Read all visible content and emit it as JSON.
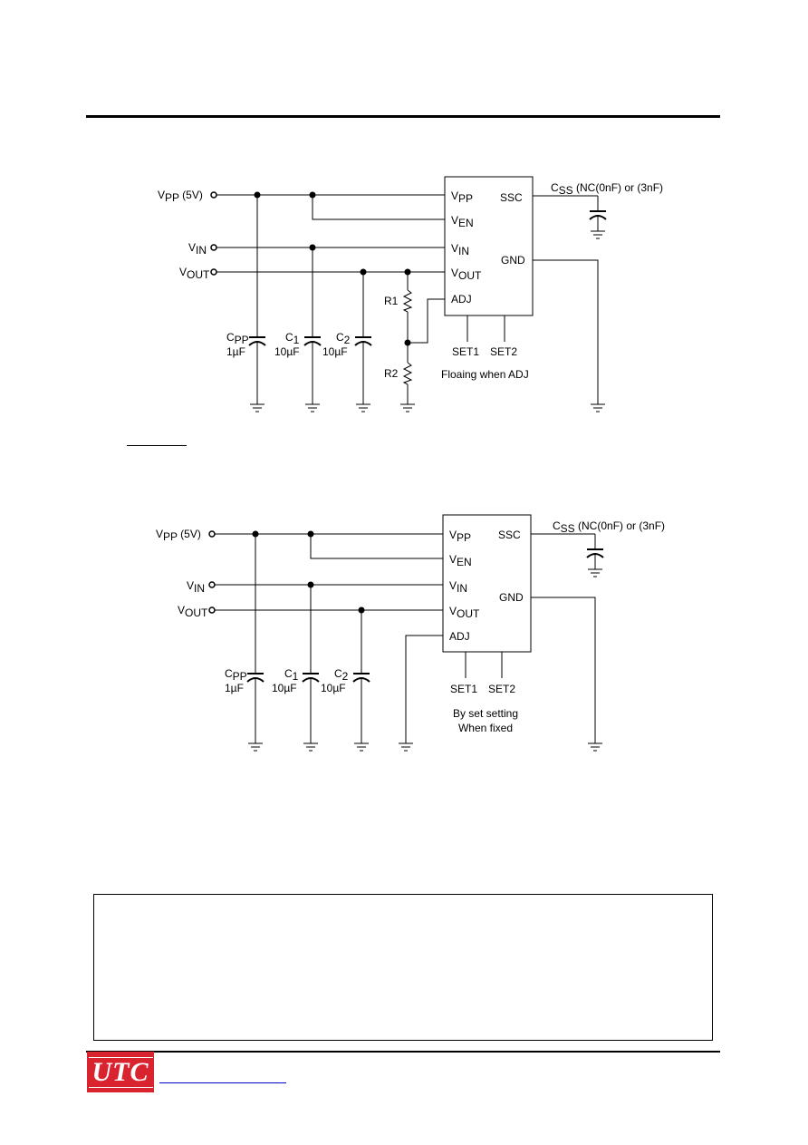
{
  "circuit_adj": {
    "inputs": {
      "vpp": {
        "main": "V",
        "sub": "PP",
        "suffix": " (5V)"
      },
      "vin": {
        "main": "V",
        "sub": "IN"
      },
      "vout": {
        "main": "V",
        "sub": "OUT"
      }
    },
    "ic_pins": {
      "vpp": {
        "main": "V",
        "sub": "PP"
      },
      "ven": {
        "main": "V",
        "sub": "EN"
      },
      "vin": {
        "main": "V",
        "sub": "IN"
      },
      "vout": {
        "main": "V",
        "sub": "OUT"
      },
      "adj": "ADJ",
      "ssc": "SSC",
      "gnd": "GND",
      "set1": "SET1",
      "set2": "SET2"
    },
    "css": {
      "main": "C",
      "sub": "SS",
      "suffix": " (NC(0nF) or (3nF)"
    },
    "caps": [
      {
        "main": "C",
        "sub": "PP",
        "value": "1µF"
      },
      {
        "main": "C",
        "sub": "1",
        "value": "10µF"
      },
      {
        "main": "C",
        "sub": "2",
        "value": "10µF"
      }
    ],
    "resistors": [
      "R1",
      "R2"
    ],
    "note": "Floaing when ADJ"
  },
  "circuit_fixed": {
    "inputs": {
      "vpp": {
        "main": "V",
        "sub": "PP",
        "suffix": " (5V)"
      },
      "vin": {
        "main": "V",
        "sub": "IN"
      },
      "vout": {
        "main": "V",
        "sub": "OUT"
      }
    },
    "ic_pins": {
      "vpp": {
        "main": "V",
        "sub": "PP"
      },
      "ven": {
        "main": "V",
        "sub": "EN"
      },
      "vin": {
        "main": "V",
        "sub": "IN"
      },
      "vout": {
        "main": "V",
        "sub": "OUT"
      },
      "adj": "ADJ",
      "ssc": "SSC",
      "gnd": "GND",
      "set1": "SET1",
      "set2": "SET2"
    },
    "css": {
      "main": "C",
      "sub": "SS",
      "suffix": " (NC(0nF) or (3nF)"
    },
    "caps": [
      {
        "main": "C",
        "sub": "PP",
        "value": "1µF"
      },
      {
        "main": "C",
        "sub": "1",
        "value": "10µF"
      },
      {
        "main": "C",
        "sub": "2",
        "value": "10µF"
      }
    ],
    "note_line1": "By set setting",
    "note_line2": "When fixed"
  },
  "footer": {
    "logo": "UTC"
  },
  "colors": {
    "logo_red": "#d9232e",
    "link_blue": "#0000cc"
  }
}
